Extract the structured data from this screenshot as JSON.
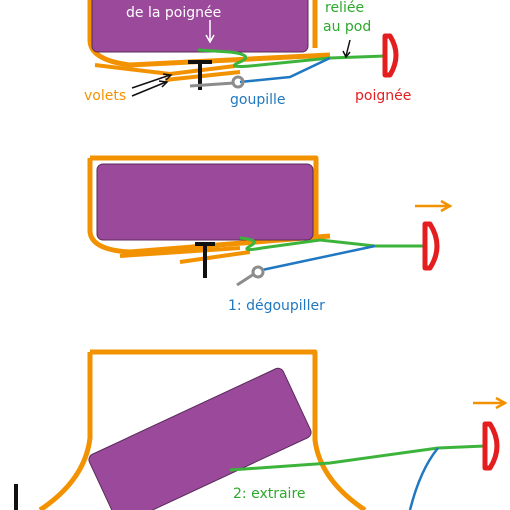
{
  "labels": {
    "handle_top": "de la poignée",
    "linked_line1": "reliée",
    "linked_line2": "au pod",
    "flaps": "volets",
    "pin": "goupille",
    "handle": "poignée",
    "step1": "1: dégoupiller",
    "step2": "2: extraire"
  },
  "colors": {
    "orange": "#f39200",
    "purple": "#9b4a9b",
    "green": "#3cb43c",
    "red": "#e41e1e",
    "blue": "#1f78c1",
    "black": "#111111",
    "grey": "#8c8c8c"
  }
}
